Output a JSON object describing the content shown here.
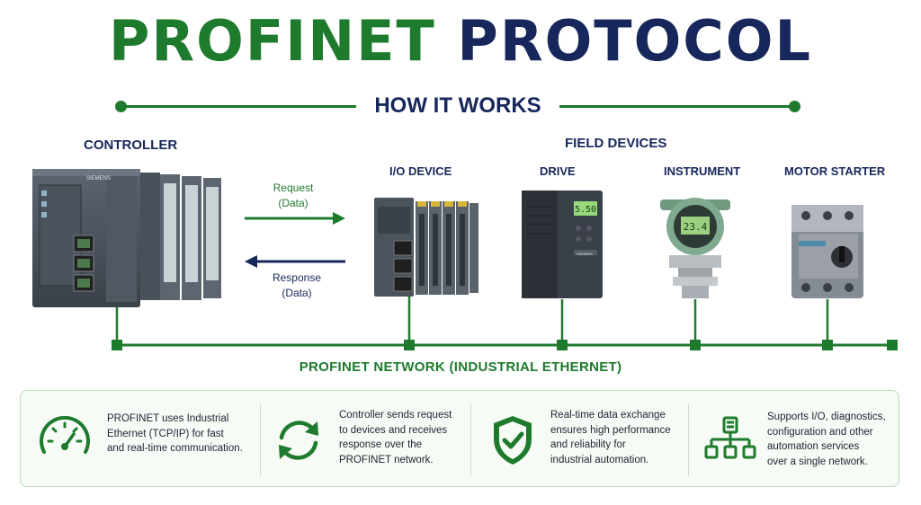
{
  "title": {
    "word1": "PROFINET",
    "word2": "PROTOCOL"
  },
  "subtitle": "HOW IT WORKS",
  "controller_label": "CONTROLLER",
  "field_devices_label": "FIELD DEVICES",
  "devices": [
    {
      "label": "I/O DEVICE"
    },
    {
      "label": "DRIVE",
      "display": "5.50"
    },
    {
      "label": "INSTRUMENT",
      "display": "23.4"
    },
    {
      "label": "MOTOR STARTER"
    }
  ],
  "request": {
    "line1": "Request",
    "line2": "(Data)"
  },
  "response": {
    "line1": "Response",
    "line2": "(Data)"
  },
  "brand": "SIEMENS",
  "network_label": "PROFINET NETWORK (INDUSTRIAL ETHERNET)",
  "info": [
    {
      "icon": "gauge-icon",
      "lines": [
        "PROFINET uses Industrial",
        "Ethernet (TCP/IP) for fast",
        "and real-time communication."
      ]
    },
    {
      "icon": "sync-icon",
      "lines": [
        "Controller sends request",
        "to devices and receives",
        "response over the",
        "PROFINET network."
      ]
    },
    {
      "icon": "shield-check-icon",
      "lines": [
        "Real-time data exchange",
        "ensures high performance",
        "and reliability for",
        "industrial automation."
      ]
    },
    {
      "icon": "network-tree-icon",
      "lines": [
        "Supports I/O, diagnostics,",
        "configuration and other",
        "automation services",
        "over a single network."
      ]
    }
  ],
  "colors": {
    "green": "#1e7a2c",
    "navy": "#17275b",
    "panel": "#f6fbf5"
  }
}
